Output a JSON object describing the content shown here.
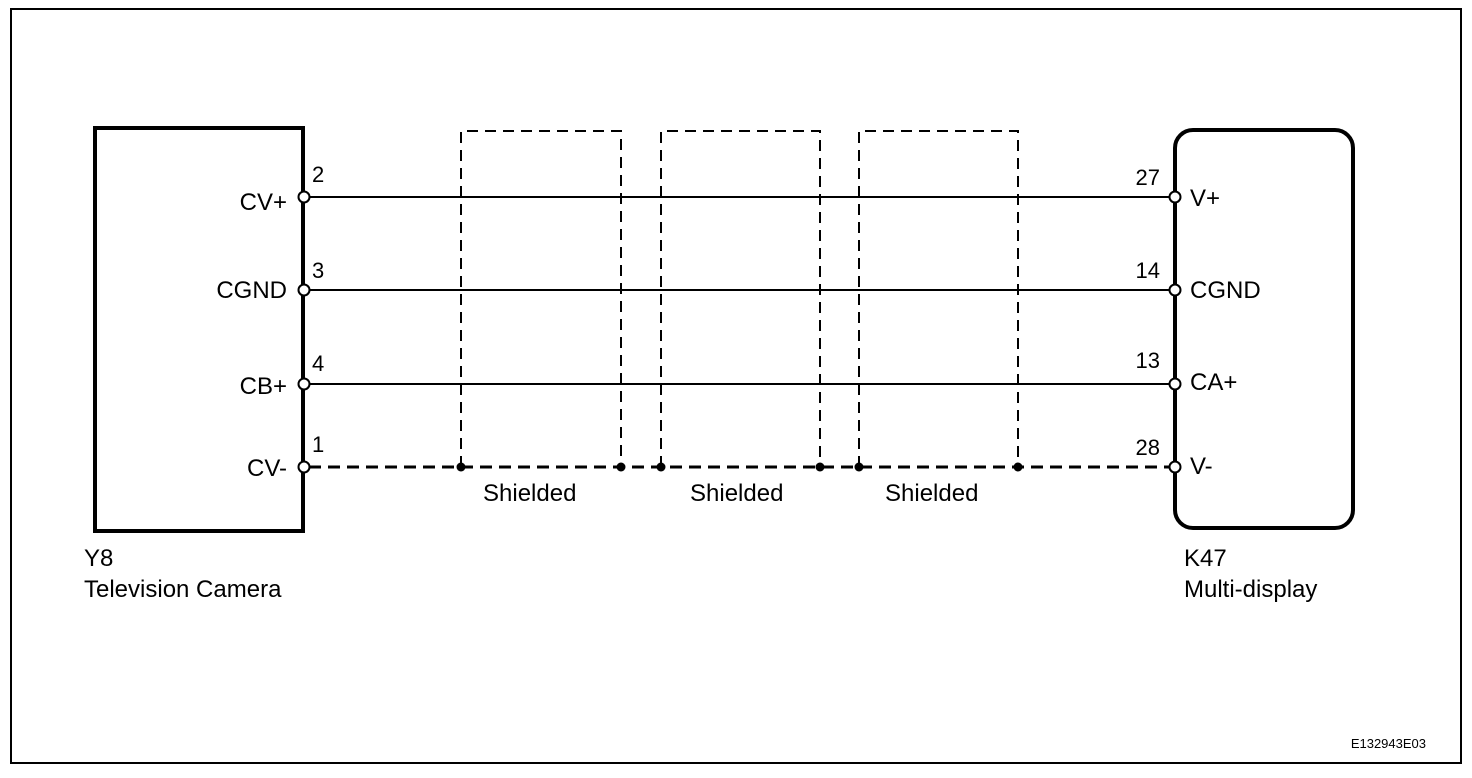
{
  "left_component": {
    "code": "Y8",
    "name": "Television Camera",
    "terminals": [
      {
        "pin": "2",
        "label": "CV+"
      },
      {
        "pin": "3",
        "label": "CGND"
      },
      {
        "pin": "4",
        "label": "CB+"
      },
      {
        "pin": "1",
        "label": "CV-"
      }
    ]
  },
  "right_component": {
    "code": "K47",
    "name": "Multi-display",
    "terminals": [
      {
        "pin": "27",
        "label": "V+"
      },
      {
        "pin": "14",
        "label": "CGND"
      },
      {
        "pin": "13",
        "label": "CA+"
      },
      {
        "pin": "28",
        "label": "V-"
      }
    ]
  },
  "shields": [
    {
      "label": "Shielded"
    },
    {
      "label": "Shielded"
    },
    {
      "label": "Shielded"
    }
  ],
  "figure_code": "E132943E03"
}
